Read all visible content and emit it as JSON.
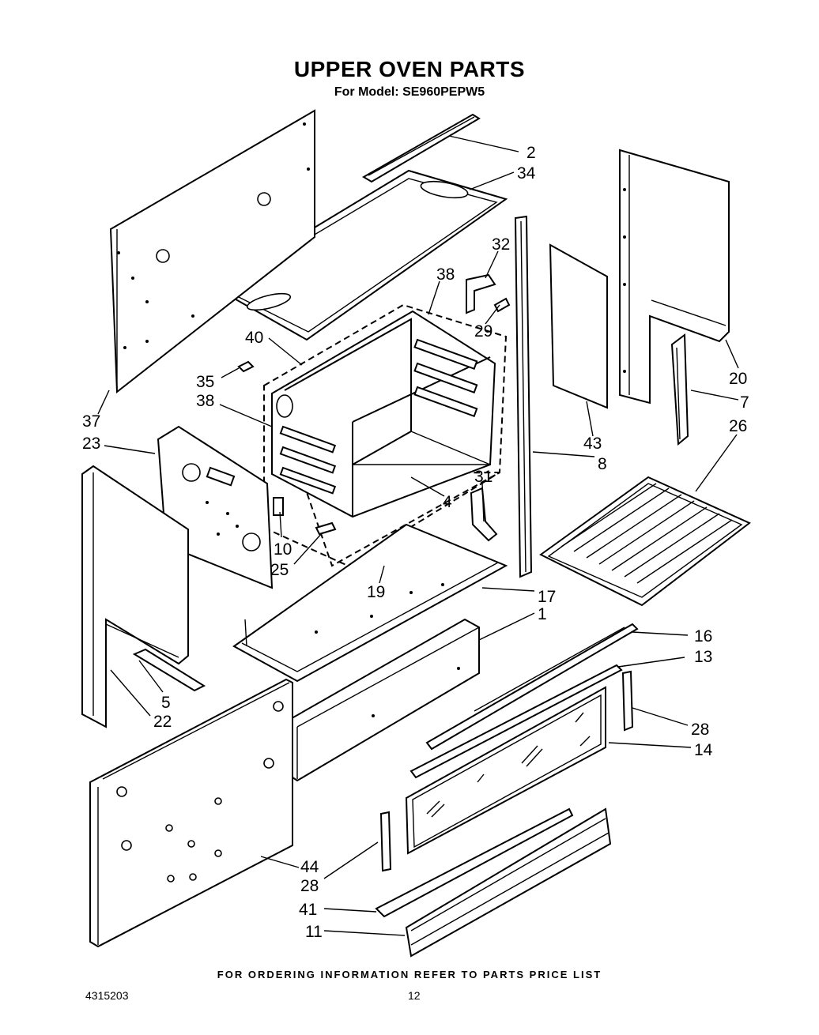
{
  "title": "UPPER OVEN PARTS",
  "subtitle": "For Model: SE960PEPW5",
  "footer": "FOR ORDERING INFORMATION REFER TO PARTS PRICE LIST",
  "doc_number": "4315203",
  "page_number": "12",
  "callouts": {
    "c2": "2",
    "c34": "34",
    "c32": "32",
    "c38a": "38",
    "c29": "29",
    "c40": "40",
    "c35": "35",
    "c38b": "38",
    "c37": "37",
    "c23": "23",
    "c20": "20",
    "c7": "7",
    "c26": "26",
    "c43": "43",
    "c8": "8",
    "c31": "31",
    "c4": "4",
    "c10": "10",
    "c25": "25",
    "c19": "19",
    "c17": "17",
    "c1": "1",
    "c16": "16",
    "c13": "13",
    "c28a": "28",
    "c14": "14",
    "c5": "5",
    "c22": "22",
    "c44": "44",
    "c28b": "28",
    "c41": "41",
    "c11": "11"
  }
}
